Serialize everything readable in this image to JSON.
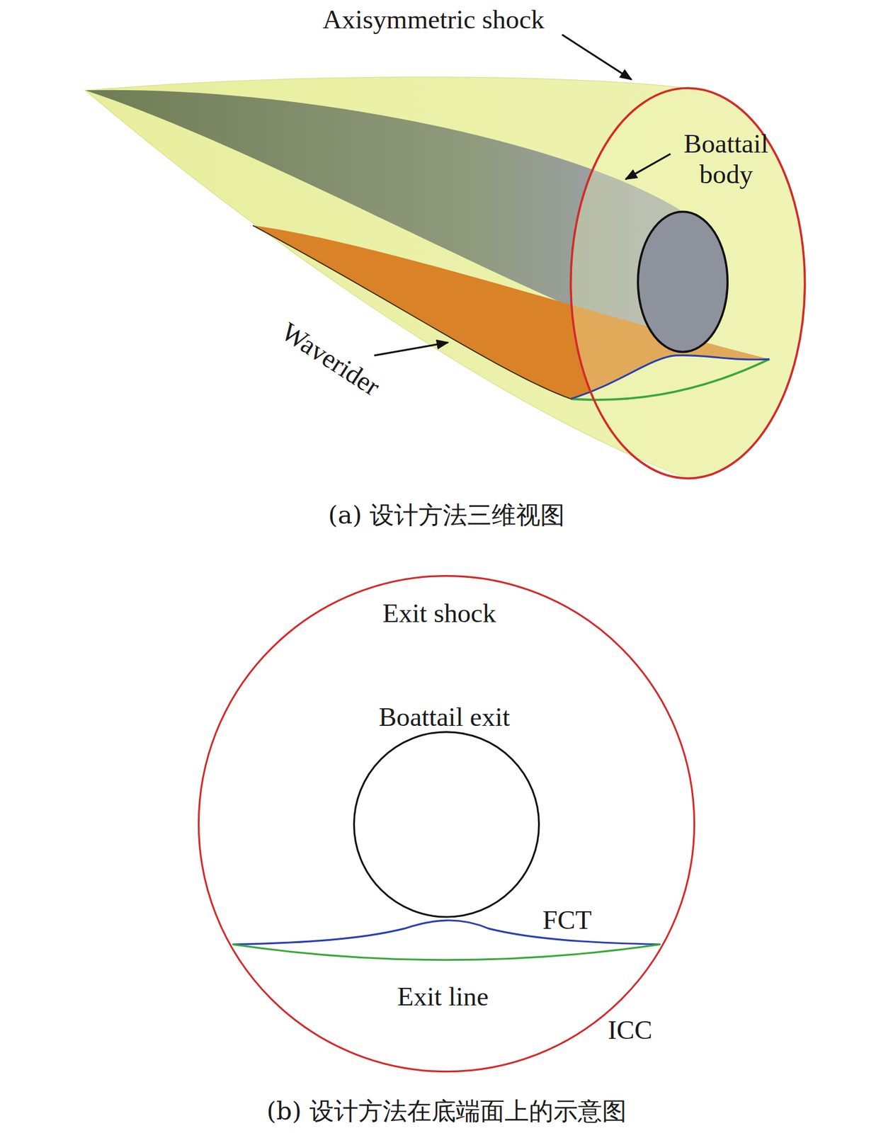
{
  "diagram": {
    "labels": [
      "Axisymmetric shock",
      "Boattail body",
      "Waverider",
      "(a) 设计方法三维视图",
      "Exit shock",
      "Boattail exit",
      "FCT",
      "Exit line",
      "ICC",
      "(b) 设计方法在底端面上的示意图"
    ]
  }
}
